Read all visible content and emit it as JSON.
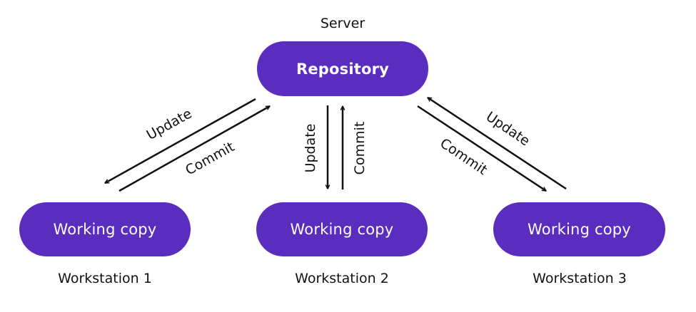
{
  "server": {
    "caption": "Server",
    "node": "Repository"
  },
  "workstations": [
    {
      "caption": "Workstation 1",
      "node": "Working copy"
    },
    {
      "caption": "Workstation 2",
      "node": "Working copy"
    },
    {
      "caption": "Workstation 3",
      "node": "Working copy"
    }
  ],
  "edges": {
    "update": "Update",
    "commit": "Commit"
  },
  "colors": {
    "node_fill": "#5b2dbf",
    "node_text": "#ffffff",
    "arrow": "#111111"
  }
}
